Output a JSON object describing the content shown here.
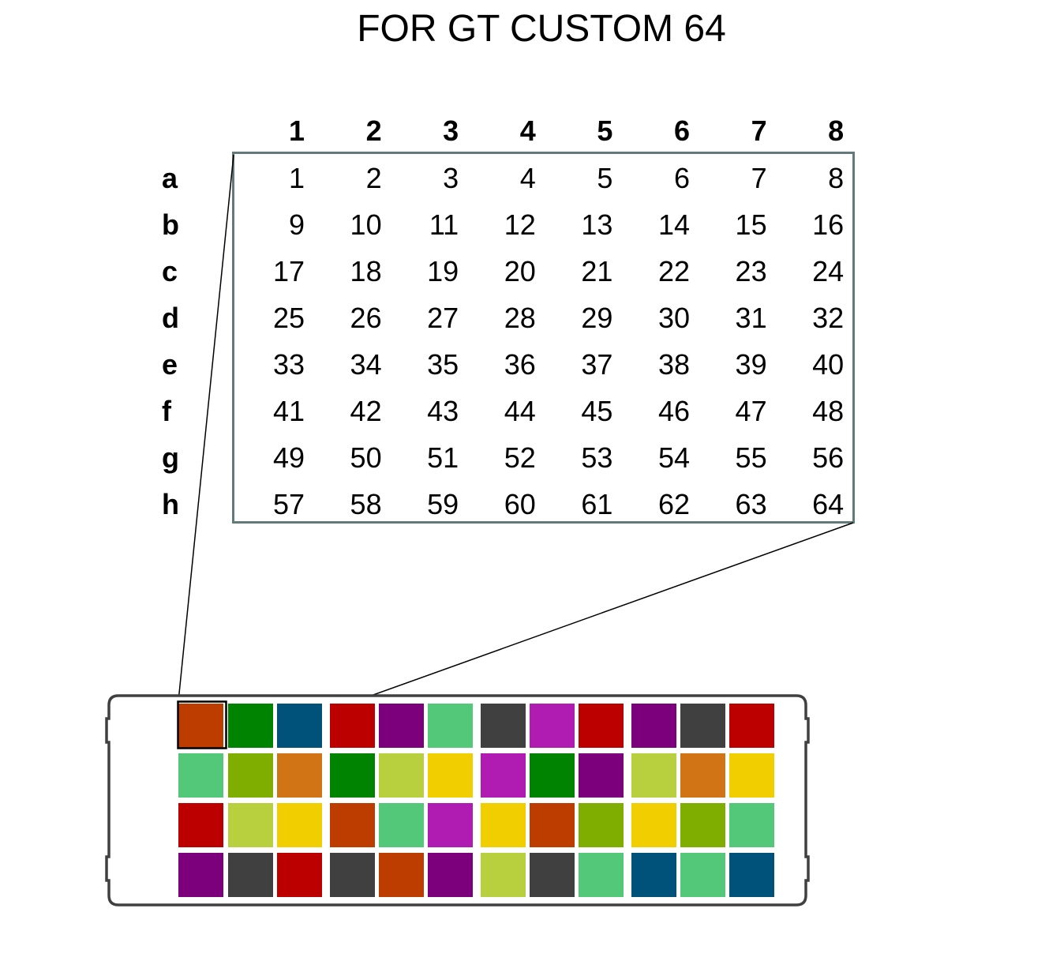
{
  "title": "FOR GT CUSTOM 64",
  "column_headers": [
    "1",
    "2",
    "3",
    "4",
    "5",
    "6",
    "7",
    "8"
  ],
  "row_labels": [
    "a",
    "b",
    "c",
    "d",
    "e",
    "f",
    "g",
    "h"
  ],
  "well_numbers": [
    [
      "1",
      "2",
      "3",
      "4",
      "5",
      "6",
      "7",
      "8"
    ],
    [
      "9",
      "10",
      "11",
      "12",
      "13",
      "14",
      "15",
      "16"
    ],
    [
      "17",
      "18",
      "19",
      "20",
      "21",
      "22",
      "23",
      "24"
    ],
    [
      "25",
      "26",
      "27",
      "28",
      "29",
      "30",
      "31",
      "32"
    ],
    [
      "33",
      "34",
      "35",
      "36",
      "37",
      "38",
      "39",
      "40"
    ],
    [
      "41",
      "42",
      "43",
      "44",
      "45",
      "46",
      "47",
      "48"
    ],
    [
      "49",
      "50",
      "51",
      "52",
      "53",
      "54",
      "55",
      "56"
    ],
    [
      "57",
      "58",
      "59",
      "60",
      "61",
      "62",
      "63",
      "64"
    ]
  ],
  "colors": {
    "grid_border": "#637a7a",
    "plate_border": "#404040",
    "O": "#bd3c00",
    "G": "#008300",
    "B": "#00527a",
    "R": "#bc0000",
    "P": "#7c007c",
    "L": "#52c878",
    "D": "#404040",
    "M": "#b01cb2",
    "Y": "#b8d03e",
    "K": "#f0ce00",
    "V": "#80ae00",
    "N": "#d07416"
  },
  "plate_rows": [
    [
      "O",
      "G",
      "B",
      "R",
      "P",
      "L",
      "D",
      "M",
      "R",
      "P",
      "D",
      "R"
    ],
    [
      "L",
      "V",
      "N",
      "G",
      "Y",
      "K",
      "M",
      "G",
      "P",
      "Y",
      "N",
      "K"
    ],
    [
      "R",
      "Y",
      "K",
      "O",
      "L",
      "M",
      "K",
      "O",
      "V",
      "K",
      "V",
      "L"
    ],
    [
      "P",
      "D",
      "R",
      "D",
      "O",
      "P",
      "Y",
      "D",
      "L",
      "B",
      "L",
      "B"
    ]
  ]
}
